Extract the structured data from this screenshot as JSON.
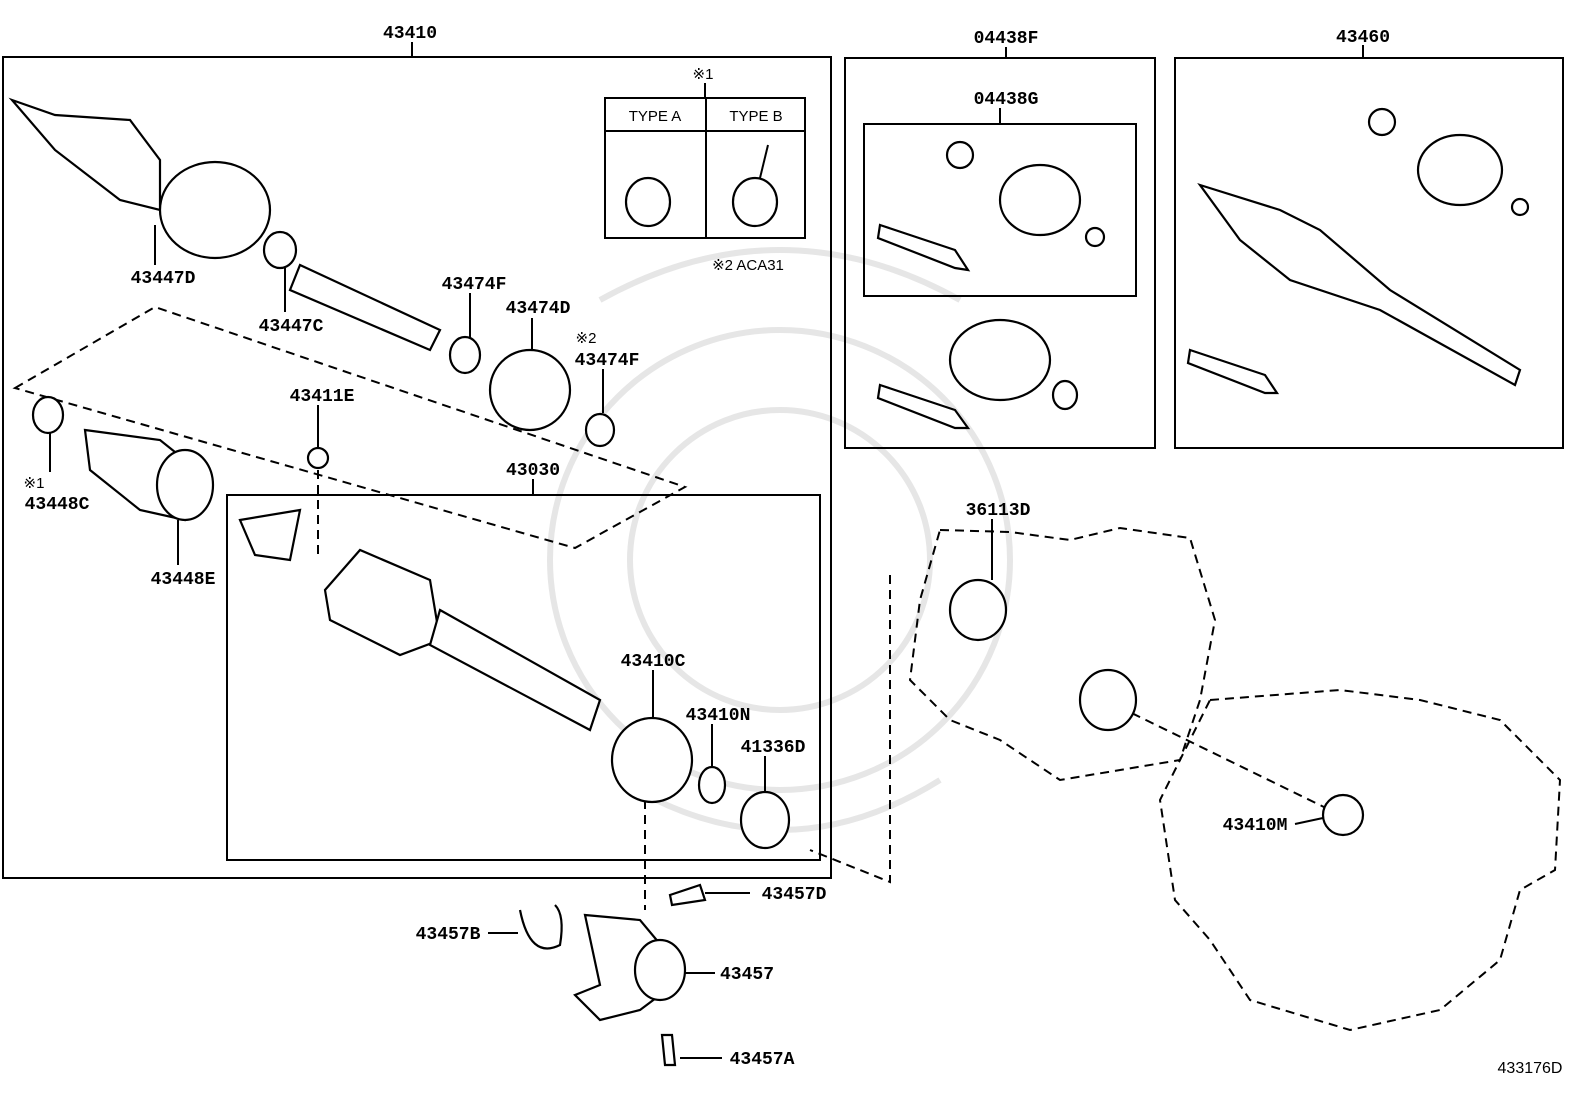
{
  "diagram": {
    "assembly_labels": {
      "drive_shaft_assy": "43410",
      "boot_kit_outboard": "04438F",
      "drive_shaft_assy_right": "43460",
      "boot_kit_inboard": "04438G",
      "inboard_joint_assy": "43030"
    },
    "clamp_types": {
      "note_mark": "※1",
      "type_a": "TYPE A",
      "type_b": "TYPE B",
      "note2": "※2 ACA31"
    },
    "parts": {
      "p43447D": "43447D",
      "p43447C": "43447C",
      "p43474F": "43474F",
      "p43474D": "43474D",
      "p43474F_note": "※2",
      "p43474F_2": "43474F",
      "p43411E": "43411E",
      "p43448C_note": "※1",
      "p43448C": "43448C",
      "p43448E": "43448E",
      "p36113D": "36113D",
      "p43410C": "43410C",
      "p43410N": "43410N",
      "p41336D": "41336D",
      "p43410M": "43410M",
      "p43457D": "43457D",
      "p43457B": "43457B",
      "p43457": "43457",
      "p43457A": "43457A"
    },
    "figure_id": "433176D"
  }
}
